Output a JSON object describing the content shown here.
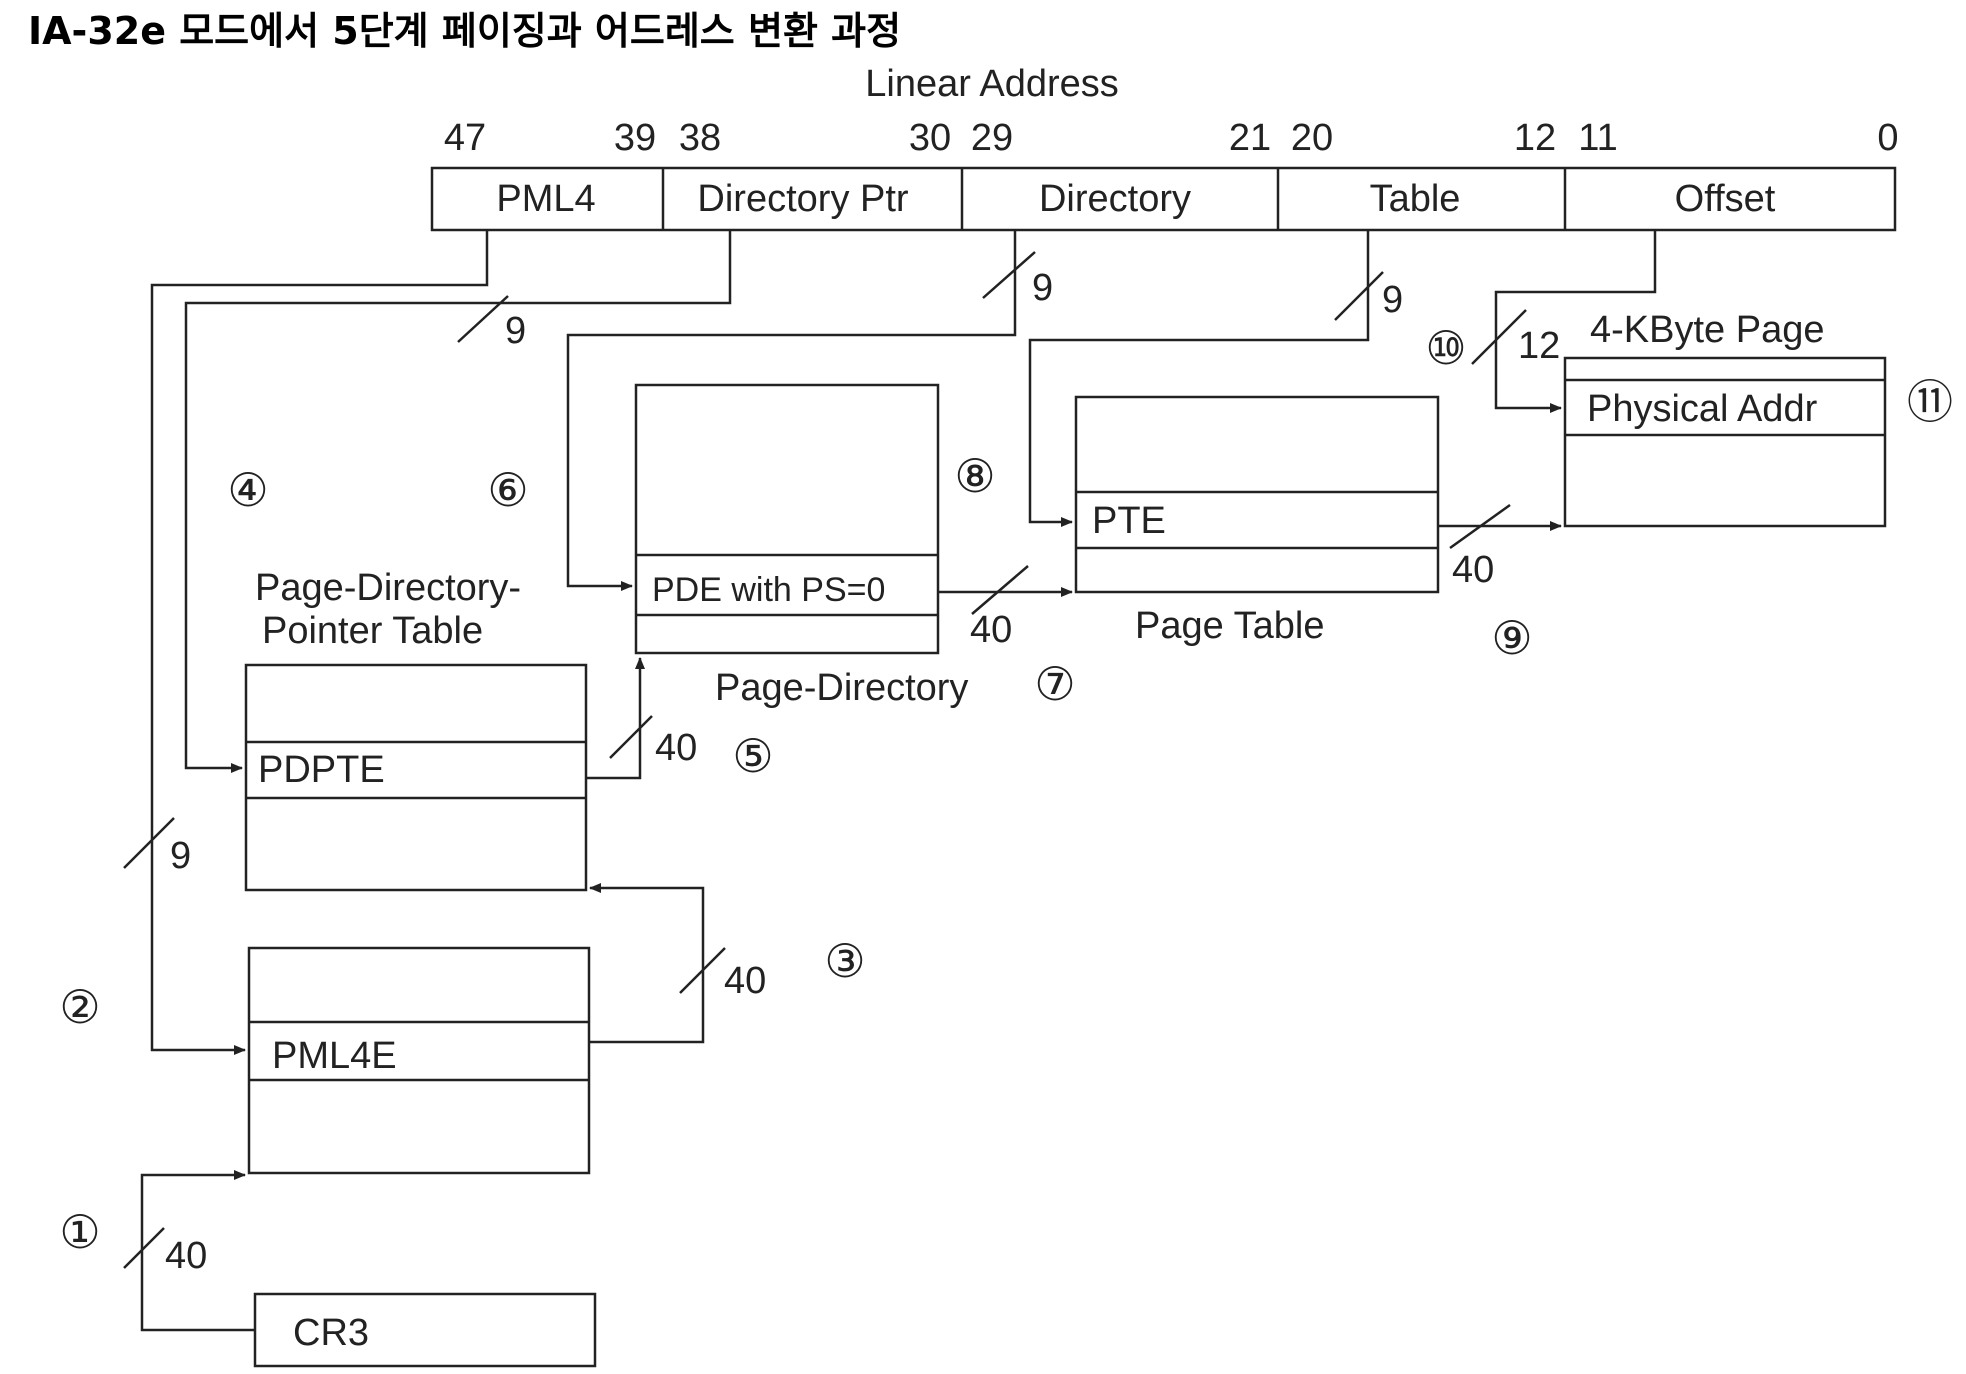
{
  "title": "IA-32e 모드에서 5단계 페이징과 어드레스 변환 과정",
  "linear_address": {
    "label": "Linear Address",
    "bit_labels": [
      "47",
      "39",
      "38",
      "30",
      "29",
      "21",
      "20",
      "12",
      "11",
      "0"
    ],
    "fields": [
      "PML4",
      "Directory Ptr",
      "Directory",
      "Table",
      "Offset"
    ]
  },
  "tables": {
    "pml4": {
      "entry": "PML4E"
    },
    "pdpt": {
      "name_line1": "Page-Directory-",
      "name_line2": "Pointer Table",
      "entry": "PDPTE"
    },
    "pd": {
      "name": "Page-Directory",
      "entry": "PDE with PS=0"
    },
    "pt": {
      "name": "Page Table",
      "entry": "PTE"
    },
    "page": {
      "name": "4-KByte Page",
      "entry": "Physical Addr"
    },
    "cr3": {
      "label": "CR3"
    }
  },
  "widths": {
    "pml4_index": "9",
    "pdpt_index": "9",
    "pd_index": "9",
    "pt_index": "9",
    "offset": "12",
    "cr3_to_pml4": "40",
    "pml4e_to_pdpt": "40",
    "pdpte_to_pd": "40",
    "pde_to_pt": "40",
    "pte_to_page": "40"
  },
  "steps": [
    "①",
    "②",
    "③",
    "④",
    "⑤",
    "⑥",
    "⑦",
    "⑧",
    "⑨",
    "⑩",
    "⑪"
  ]
}
